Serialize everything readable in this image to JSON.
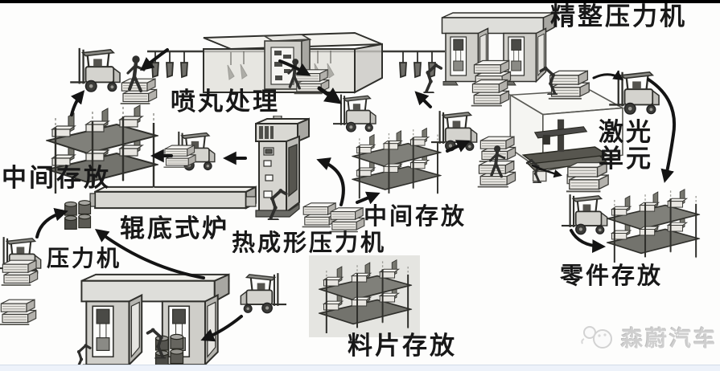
{
  "diagram": {
    "stations": [
      {
        "id": "shot-blasting",
        "label": "喷丸处理"
      },
      {
        "id": "finishing-press",
        "label": "精整压力机"
      },
      {
        "id": "intermediate-storage-left",
        "label": "中间存放"
      },
      {
        "id": "roller-hearth-furnace",
        "label": "辊底式炉"
      },
      {
        "id": "press",
        "label": "压力机"
      },
      {
        "id": "hot-forming-press",
        "label": "热成形压力机"
      },
      {
        "id": "intermediate-storage-mid",
        "label": "中间存放"
      },
      {
        "id": "laser-unit",
        "label": "激光单元"
      },
      {
        "id": "parts-storage",
        "label": "零件存放"
      },
      {
        "id": "blank-storage",
        "label": "料片存放"
      }
    ],
    "watermark": {
      "text": "森蔚汽车"
    },
    "colors": {
      "ink": "#141414",
      "machine_light": "#f0efeb",
      "machine_mid": "#d6d5d0",
      "machine_dark": "#6b6b66",
      "background": "#fdfdfc",
      "bottom_strip": "#edf2fa",
      "watermark_gray": "#cfcfcf"
    }
  }
}
